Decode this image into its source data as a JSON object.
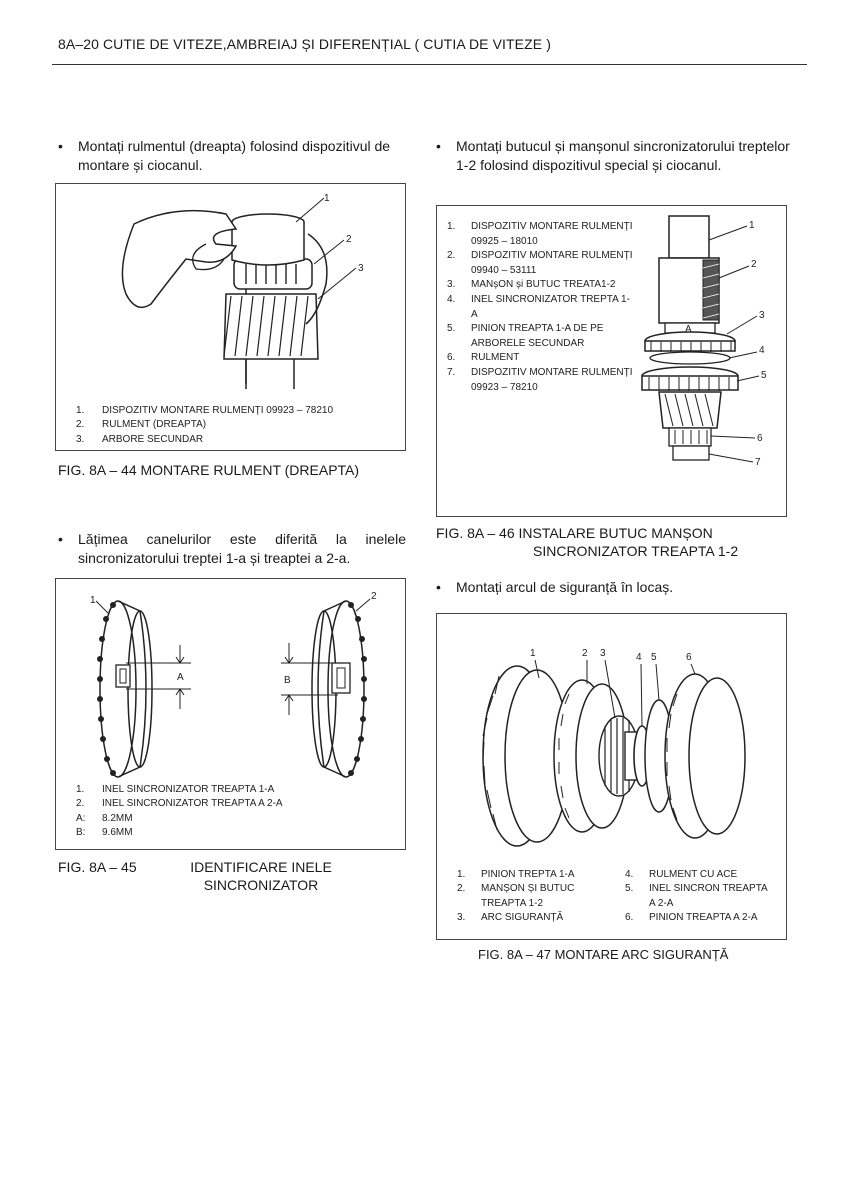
{
  "header": {
    "title": "8A–20  CUTIE DE VITEZE,AMBREIAJ ȘI DIFERENȚIAL ( CUTIA DE VITEZE )"
  },
  "left": {
    "bullet1": {
      "line1": "Montați rulmentul (dreapta) folosind dispozitivul de",
      "line2": "montare și ciocanul."
    },
    "fig44": {
      "callouts": [
        "1",
        "2",
        "3"
      ],
      "legend": [
        {
          "num": "1.",
          "text": "DISPOZITIV MONTARE RULMENȚI  09923 – 78210"
        },
        {
          "num": "2.",
          "text": "RULMENT (DREAPTA)"
        },
        {
          "num": "3.",
          "text": "ARBORE SECUNDAR"
        }
      ],
      "caption": "FIG. 8A – 44  MONTARE RULMENT (DREAPTA)"
    },
    "bullet2": {
      "line1": "Lățimea canelurilor este diferită la inelele",
      "line2": "sincronizatorului treptei 1-a și treaptei a 2-a."
    },
    "fig45": {
      "callouts": [
        "1",
        "2"
      ],
      "dim_a": "A",
      "dim_b": "B",
      "legend": [
        {
          "num": "1.",
          "text": "INEL SINCRONIZATOR TREAPTA 1-A"
        },
        {
          "num": "2.",
          "text": "INEL SINCRONIZATOR TREAPTA A 2-A"
        },
        {
          "num": "A:",
          "text": "8.2MM"
        },
        {
          "num": "B:",
          "text": "9.6MM"
        }
      ],
      "caption_num": "FIG. 8A – 45",
      "caption_line1": "IDENTIFICARE INELE",
      "caption_line2": "SINCRONIZATOR"
    }
  },
  "right": {
    "bullet1": {
      "line1": "Montați butucul și manșonul sincronizatorului treptelor",
      "line2": "1-2 folosind dispozitivul special și ciocanul."
    },
    "fig46": {
      "callouts": [
        "1",
        "2",
        "3",
        "4",
        "5",
        "6",
        "7"
      ],
      "part_label": "A",
      "legend": [
        {
          "num": "1.",
          "text": "DISPOZITIV MONTARE RULMENȚI"
        },
        {
          "num": "",
          "text": "09925 – 18010"
        },
        {
          "num": "2.",
          "text": "DISPOZITIV MONTARE RULMENȚI"
        },
        {
          "num": "",
          "text": "09940 – 53111"
        },
        {
          "num": "3.",
          "text": "MANșON și BUTUC TREATA1-2"
        },
        {
          "num": "4.",
          "text": "INEL SINCRONIZATOR TREPTA 1-"
        },
        {
          "num": "",
          "text": "A"
        },
        {
          "num": "5.",
          "text": "PINION TREAPTA 1-A DE PE"
        },
        {
          "num": "",
          "text": "ARBORELE SECUNDAR"
        },
        {
          "num": "6.",
          "text": "RULMENT"
        },
        {
          "num": "7.",
          "text": "DISPOZITIV MONTARE RULMENȚI"
        },
        {
          "num": "",
          "text": "09923 – 78210"
        }
      ],
      "caption_line1": "FIG. 8A – 46   INSTALARE BUTUC MANȘON",
      "caption_line2": "SINCRONIZATOR TREAPTA 1-2"
    },
    "bullet2": {
      "line1": "Montați arcul de siguranță în locaș."
    },
    "fig47": {
      "callouts": [
        "1",
        "2",
        "3",
        "4",
        "5",
        "6"
      ],
      "legend_left": [
        {
          "num": "1.",
          "text": "PINION TREPTA 1-A"
        },
        {
          "num": "2.",
          "text": "MANȘON    ȘI    BUTUC"
        },
        {
          "num": "",
          "text": "TREAPTA 1-2"
        },
        {
          "num": "3.",
          "text": "ARC SIGURANȚĂ"
        }
      ],
      "legend_right": [
        {
          "num": "4.",
          "text": "RULMENT CU ACE"
        },
        {
          "num": "5.",
          "text": "INEL SINCRON TREAPTA"
        },
        {
          "num": "",
          "text": "A 2-A"
        },
        {
          "num": "6.",
          "text": "PINION TREAPTA A 2-A"
        }
      ],
      "caption": "FIG. 8A – 47  MONTARE ARC SIGURANȚĂ"
    }
  }
}
